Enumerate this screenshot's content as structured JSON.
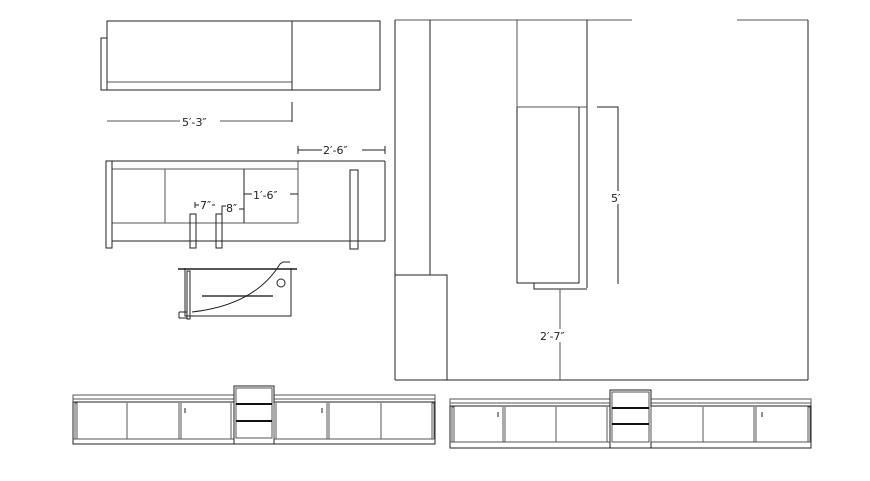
{
  "drawing": {
    "background": "#ffffff",
    "line_color": "#222222",
    "dimensions": {
      "top_plan_width": "5′-3″",
      "counter_overhang": "2′-6″",
      "panel_width": "1′-6″",
      "leg_gap": "7″",
      "leg_offset": "8″",
      "wall_height": "5′",
      "floor_to_unit": "2′-7″"
    }
  }
}
